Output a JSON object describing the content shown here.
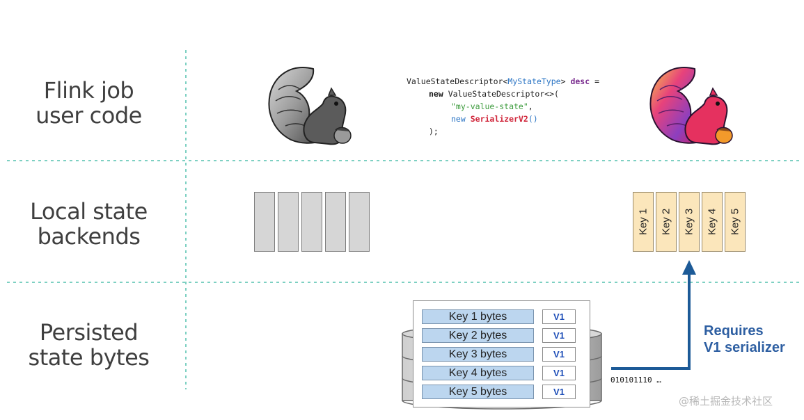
{
  "rows": [
    {
      "line1": "Flink job",
      "line2": "user code"
    },
    {
      "line1": "Local state",
      "line2": "backends"
    },
    {
      "line1": "Persisted",
      "line2": "state bytes"
    }
  ],
  "code": {
    "l1_type": "ValueStateDescriptor<",
    "l1_generic": "MyStateType",
    "l1_close": "> ",
    "l1_var": "desc",
    "l1_eq": " =",
    "l2_kw": "new",
    "l2_rest": " ValueStateDescriptor<>(",
    "l3_str": "\"my-value-state\"",
    "l3_comma": ",",
    "l4_kw": "new",
    "l4_space": " ",
    "l4_cls": "SerializerV2",
    "l4_paren": "()",
    "l5": ");"
  },
  "local_state": {
    "gray_cell_count": 5,
    "keys": [
      "Key 1",
      "Key 2",
      "Key 3",
      "Key 4",
      "Key 5"
    ]
  },
  "persisted": {
    "rows": [
      {
        "key": "Key 1 bytes",
        "version": "V1"
      },
      {
        "key": "Key 2 bytes",
        "version": "V1"
      },
      {
        "key": "Key 3 bytes",
        "version": "V1"
      },
      {
        "key": "Key 4 bytes",
        "version": "V1"
      },
      {
        "key": "Key 5 bytes",
        "version": "V1"
      }
    ],
    "binary": "010101110 …"
  },
  "requires": {
    "line1": "Requires",
    "line2": "V1 serializer"
  },
  "watermark": "@稀土掘金技术社区",
  "colors": {
    "divider": "#7dd0c2",
    "arrow": "#1c5a97",
    "key_fill": "#fbe6bb",
    "bytes_fill": "#bcd6ef",
    "v1_text": "#1f4fb8"
  },
  "icons": {
    "old_squirrel": "gray-squirrel-logo",
    "new_squirrel": "color-squirrel-logo"
  }
}
